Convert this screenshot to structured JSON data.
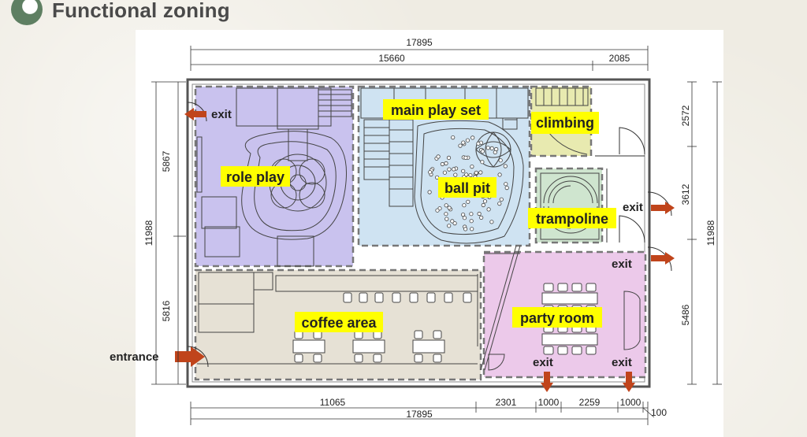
{
  "header": {
    "title": "Functional zoning"
  },
  "zones": [
    {
      "id": "role-play",
      "label": "role play"
    },
    {
      "id": "main-play-set",
      "label": "main play set"
    },
    {
      "id": "climbing",
      "label": "climbing"
    },
    {
      "id": "ball-pit",
      "label": "ball pit"
    },
    {
      "id": "trampoline",
      "label": "trampoline"
    },
    {
      "id": "coffee-area",
      "label": "coffee area"
    },
    {
      "id": "party-room",
      "label": "party room"
    }
  ],
  "exits": {
    "label": "exit",
    "entrance": "entrance"
  },
  "dimensions": {
    "top_total": "17895",
    "top_left": "15660",
    "top_right": "2085",
    "left_upper": "5867",
    "left_lower": "5816",
    "left_total": "11988",
    "right_upper": "2572",
    "right_middle": "3612",
    "right_lower": "5486",
    "right_total": "11988",
    "bottom_1": "11065",
    "bottom_2": "2301",
    "bottom_3": "1000",
    "bottom_4": "2259",
    "bottom_5": "1000",
    "bottom_total": "17895",
    "bottom_offset": "100"
  },
  "colors": {
    "role_play": "#c9c2ee",
    "main_play": "#cfe3f2",
    "climbing": "#e8eab0",
    "trampoline": "#cfe5cf",
    "coffee": "#e6e1d5",
    "party": "#ecc9ea",
    "label_bg": "#ffff00",
    "arrow": "#c0441b"
  }
}
